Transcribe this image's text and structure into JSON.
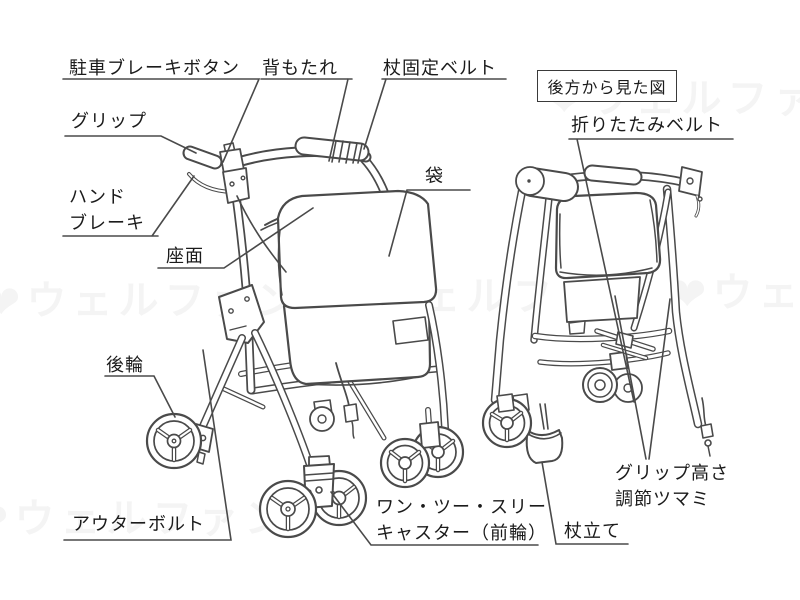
{
  "labels": {
    "parking_brake_button": "駐車ブレーキボタン",
    "backrest": "背もたれ",
    "cane_fixing_belt": "杖固定ベルト",
    "grip": "グリップ",
    "hand_brake": {
      "line1": "ハンド",
      "line2": "ブレーキ"
    },
    "bag": "袋",
    "seat": "座面",
    "rear_wheel": "後輪",
    "outer_bolt": "アウターボルト",
    "front_caster": {
      "line1": "ワン・ツー・スリー",
      "line2": "キャスター（前輪）"
    },
    "cane_stand": "杖立て",
    "grip_height_knob": {
      "line1": "グリップ高さ",
      "line2": "調節ツマミ"
    },
    "folding_belt": "折りたたみベルト",
    "rear_view_caption": "後方から見た図"
  },
  "watermark": {
    "logo": "❤",
    "text": "ウェルファン",
    "color": "#f4f4f4"
  },
  "colors": {
    "line": "#4a4a4a",
    "text": "#1b1b1b",
    "background": "#ffffff"
  }
}
